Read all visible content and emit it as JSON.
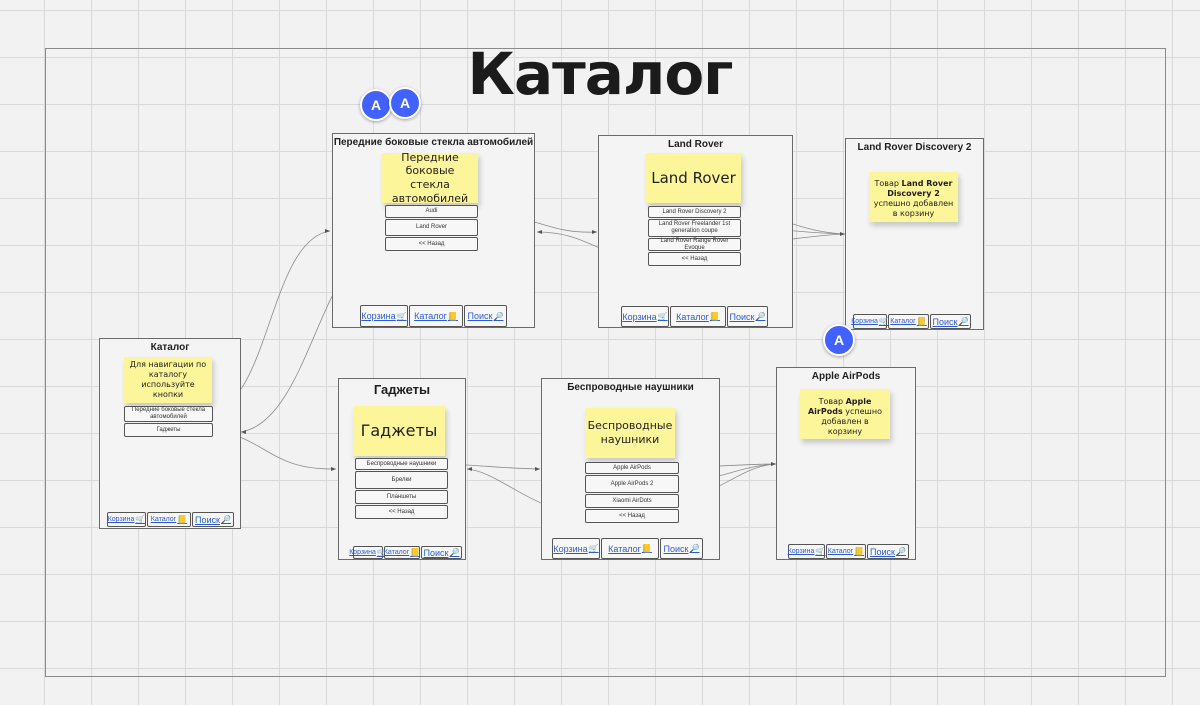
{
  "board": {
    "title": "Каталог"
  },
  "avatars": [
    "A",
    "A",
    "A"
  ],
  "cards": {
    "catalog": {
      "title": "Каталог",
      "sticky": "Для навигации по каталогу используйте кнопки",
      "buttons": [
        "Передние боковые стекла автомобилей",
        "Гаджеты"
      ]
    },
    "glass": {
      "title": "Передние боковые стекла автомобилей",
      "sticky": "Передние боковые стекла автомобилей",
      "buttons": [
        "Audi",
        "Land Rover",
        "<< Назад"
      ]
    },
    "landrover": {
      "title": "Land Rover",
      "sticky": "Land Rover",
      "buttons": [
        "Land Rover Discovery 2",
        "Land Rover Freelander 1st generation coupe",
        "Land Rover Range Rover Evoque",
        "<< Назад"
      ]
    },
    "discovery": {
      "title": "Land Rover Discovery 2",
      "sticky_pre": "Товар ",
      "sticky_bold": "Land Rover Discovery 2",
      "sticky_post": " успешно добавлен в корзину"
    },
    "gadgets": {
      "title": "Гаджеты",
      "sticky": "Гаджеты",
      "buttons": [
        "Беспроводные наушники",
        "Брелки",
        "Планшеты",
        "<< Назад"
      ]
    },
    "headphones": {
      "title": "Беспроводные наушники",
      "sticky": "Беспроводные наушники",
      "buttons": [
        "Apple AirPods",
        "Apple AirPods 2",
        "Xiaomi AirDots",
        "<< Назад"
      ]
    },
    "airpods": {
      "title": "Apple AirPods",
      "sticky_pre": "Товар ",
      "sticky_bold": "Apple AirPods",
      "sticky_post": " успешно добавлен в корзину"
    }
  },
  "nav": {
    "cart": "Корзина",
    "catalog": "Каталог",
    "search": "Поиск"
  },
  "icons": {
    "cart": "🛒",
    "catalog": "📒",
    "search": "🔎"
  },
  "colors": {
    "sticky": "#fdf599",
    "avatar": "#4262ff",
    "link": "#2a5bd7"
  }
}
